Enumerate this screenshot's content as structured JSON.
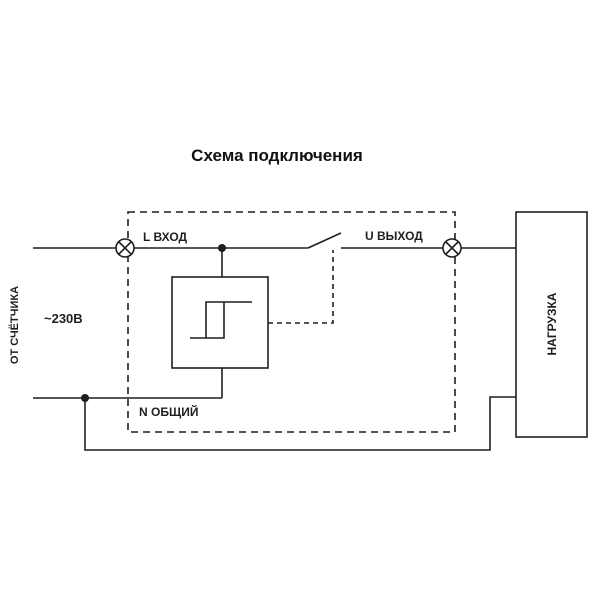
{
  "title": "Схема подключения",
  "diagram": {
    "labels": {
      "from_meter": "ОТ СЧЁТЧИКА",
      "voltage": "~230В",
      "l_input": "L ВХОД",
      "u_output": "U ВЫХОД",
      "n_common": "N ОБЩИЙ",
      "load": "НАГРУЗКА"
    },
    "colors": {
      "line": "#1f1f1f",
      "background": "#ffffff"
    }
  }
}
